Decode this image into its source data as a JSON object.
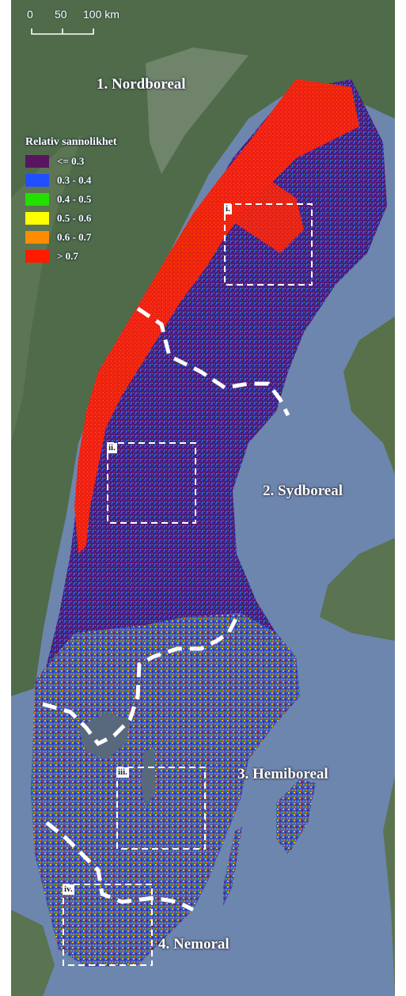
{
  "scale_bar": {
    "labels": [
      "0",
      "50",
      "100 km"
    ]
  },
  "regions": [
    {
      "id": "nordboreal",
      "label": "1. Nordboreal"
    },
    {
      "id": "sydboreal",
      "label": "2. Sydboreal"
    },
    {
      "id": "hemiboreal",
      "label": "3. Hemiboreal"
    },
    {
      "id": "nemoral",
      "label": "4. Nemoral"
    }
  ],
  "legend": {
    "title": "Relativ sannolikhet",
    "items": [
      {
        "label": "<= 0.3",
        "color": "#5a1560"
      },
      {
        "label": "0.3 - 0.4",
        "color": "#1f4fff"
      },
      {
        "label": "0.4 - 0.5",
        "color": "#22e000"
      },
      {
        "label": "0.5 - 0.6",
        "color": "#ffff00"
      },
      {
        "label": "0.6 - 0.7",
        "color": "#ff8c00"
      },
      {
        "label": "> 0.7",
        "color": "#ff1a00"
      }
    ]
  },
  "insets": [
    "i.",
    "ii.",
    "iii.",
    "iv."
  ],
  "colors": {
    "sea": "#6f86ad",
    "land_norway": "#4e6a48",
    "land_finland": "#56704a",
    "boundary": "#ffffff"
  }
}
